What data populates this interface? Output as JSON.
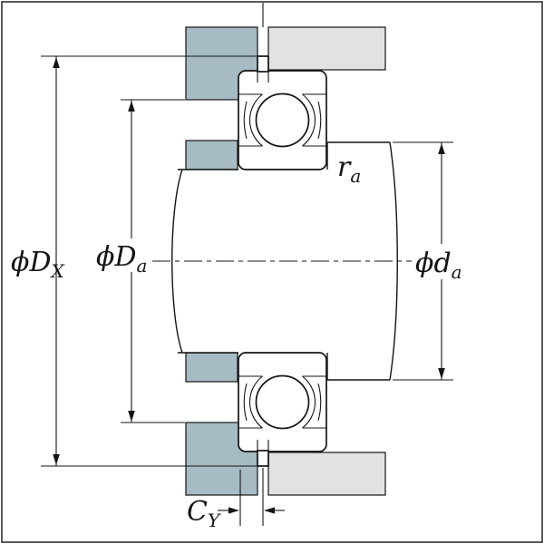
{
  "figure": {
    "dimensions": {
      "outer_diameter_dx": {
        "symbol": "ϕ",
        "letter": "D",
        "subscript": "X"
      },
      "housing_abutment_da": {
        "symbol": "ϕ",
        "letter": "D",
        "subscript": "a"
      },
      "shaft_abutment_da": {
        "symbol": "ϕ",
        "letter": "d",
        "subscript": "a"
      },
      "fillet_radius_ra": {
        "letter": "r",
        "subscript": "a"
      },
      "snap_ring_width_cy": {
        "letter": "C",
        "subscript": "Y"
      }
    },
    "colors": {
      "cover_fill": "#a6bbc4",
      "housing_fill": "#e0e3e0",
      "line": "#141414",
      "background": "#ffffff"
    }
  }
}
